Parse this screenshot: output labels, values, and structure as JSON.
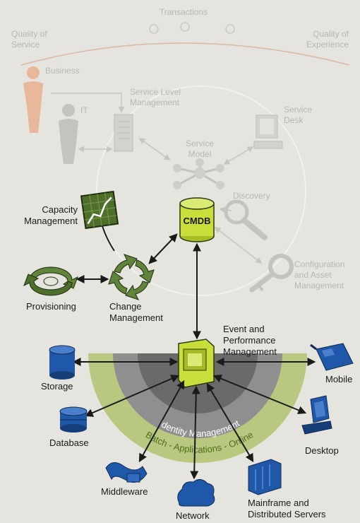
{
  "top": {
    "transactions": "Transactions",
    "quality_service": [
      "Quality of",
      "Service"
    ],
    "quality_experience": [
      "Quality of",
      "Experience"
    ]
  },
  "faded": {
    "business": "Business",
    "it": "IT",
    "slm": [
      "Service Level",
      "Management"
    ],
    "service_desk": [
      "Service",
      "Desk"
    ],
    "service_model": [
      "Service",
      "Model"
    ],
    "discovery": "Discovery",
    "config": [
      "Configuration",
      "and Asset",
      "Management"
    ]
  },
  "main": {
    "capacity": [
      "Capacity",
      "Management"
    ],
    "cmdb": "CMDB",
    "provisioning": "Provisioning",
    "change": [
      "Change",
      "Management"
    ],
    "event": [
      "Event and",
      "Performance",
      "Management"
    ]
  },
  "devices": {
    "storage": "Storage",
    "database": "Database",
    "middleware": "Middleware",
    "network": "Network",
    "mainframe": [
      "Mainframe and",
      "Distributed Servers"
    ],
    "desktop": "Desktop",
    "mobile": "Mobile"
  },
  "arcs": {
    "identity": "Identity Management",
    "batch": "Batch - Applications - Online"
  },
  "colors": {
    "background": "#e5e4de",
    "green_outer": "#b9c87f",
    "green_dark": "#7e9a3a",
    "lime_icon": "#c9de3a",
    "gray_band": "#8f8f8f",
    "dark_gray": "#6a6a6a",
    "device_blue": "#1f58a8",
    "faded": "#b8b7b1"
  }
}
